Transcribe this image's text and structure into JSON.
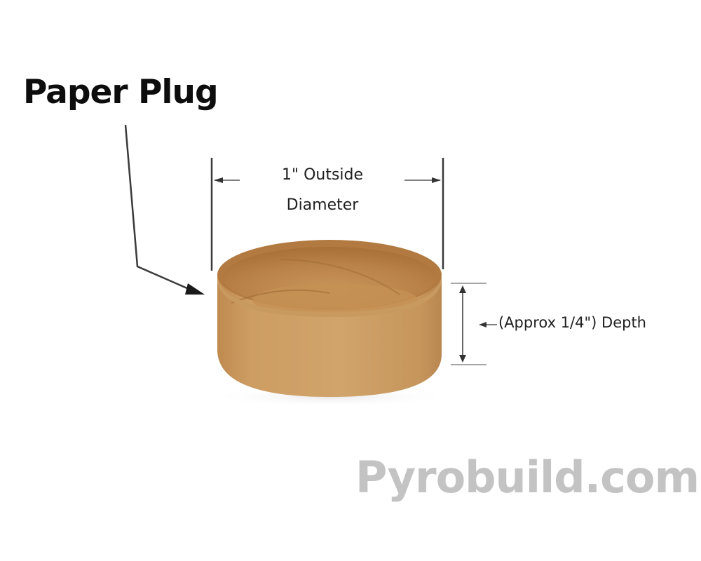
{
  "title": "Paper Plug",
  "dimensions": {
    "diameter_line1": "1\" Outside",
    "diameter_line2": "Diameter",
    "depth": "(Approx 1/4\") Depth"
  },
  "watermark": "Pyrobuild.com",
  "colors": {
    "plug_outer": "#c9985e",
    "plug_inner": "#b9814a",
    "plug_rim_dark": "#a56f36",
    "line": "#3a3a3a",
    "watermark": "#c3c3c3"
  }
}
